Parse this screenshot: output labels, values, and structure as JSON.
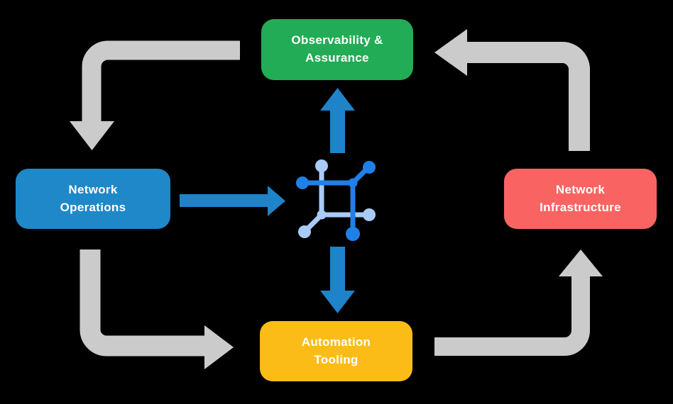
{
  "colors": {
    "background": "#000000",
    "box_green": "#23AC56",
    "box_blue": "#1E88C9",
    "box_red": "#F96462",
    "box_yellow": "#FBBC17",
    "arrow_gray": "#CBCBCB",
    "arrow_blue": "#1F83CA",
    "icon_blue_dark": "#1F80E8",
    "icon_blue_light": "#A9CBF7",
    "text": "#FFFFFF"
  },
  "diagram": {
    "nodes": {
      "observability": {
        "label": "Observability &\nAssurance"
      },
      "operations": {
        "label": "Network\nOperations"
      },
      "infrastructure": {
        "label": "Network\nInfrastructure"
      },
      "automation": {
        "label": "Automation\nTooling"
      }
    },
    "center_icon": "network-automation-icon",
    "connections": [
      {
        "from": "observability",
        "to": "operations",
        "style": "gray-elbow"
      },
      {
        "from": "operations",
        "to": "automation",
        "style": "gray-elbow"
      },
      {
        "from": "automation",
        "to": "infrastructure",
        "style": "gray-elbow"
      },
      {
        "from": "infrastructure",
        "to": "observability",
        "style": "gray-elbow"
      },
      {
        "from": "operations",
        "to": "center-icon",
        "style": "blue-straight"
      },
      {
        "from": "center-icon",
        "to": "observability",
        "style": "blue-straight"
      },
      {
        "from": "center-icon",
        "to": "automation",
        "style": "blue-straight"
      }
    ]
  }
}
